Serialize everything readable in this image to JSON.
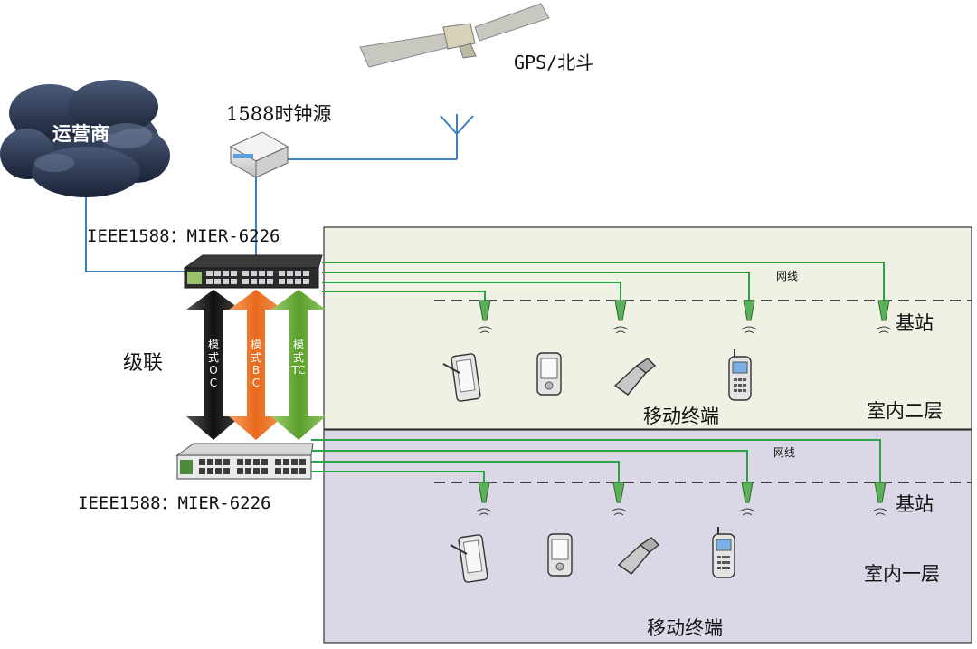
{
  "labels": {
    "satellite": "GPS/北斗",
    "clock_source": "1588时钟源",
    "operator": "运营商",
    "switch_top": "IEEE1588：MIER-6226",
    "switch_bottom": "IEEE1588：MIER-6226",
    "cascade": "级联",
    "mode_oc": "模式OC",
    "mode_bc": "模式BC",
    "mode_tc": "模式TC",
    "cable_upper": "网线",
    "cable_lower": "网线",
    "base_station_upper": "基站",
    "base_station_lower": "基站",
    "terminals_upper": "移动终端",
    "terminals_lower": "移动终端",
    "floor_upper": "室内二层",
    "floor_lower": "室内一层"
  },
  "colors": {
    "floor_upper_bg": "#eef1e3",
    "floor_lower_bg": "#dcd7e6",
    "green_cable": "#2aa347",
    "blue_line": "#3d7fc1",
    "arrow_oc": "#1a1a1a",
    "arrow_bc": "#f07a2a",
    "arrow_tc": "#6aad3c"
  }
}
